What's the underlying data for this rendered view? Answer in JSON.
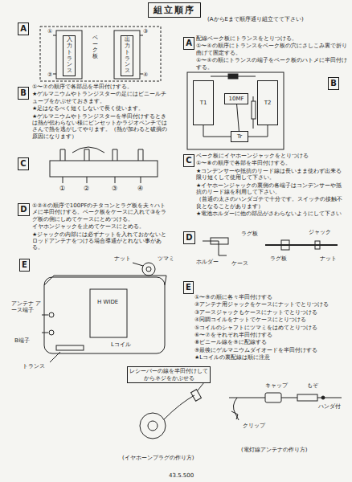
{
  "diagram": {
    "title": "組立順序",
    "nodes": [
      {
        "text": [
          "A"
        ]
      },
      {
        "text": [
          "入力トランス"
        ]
      },
      {
        "text": [
          "出力トランス"
        ]
      },
      {
        "text": [
          "A"
        ]
      },
      {
        "text": [
          "B"
        ]
      },
      {
        "text": [
          "B"
        ]
      },
      {
        "text": [
          "T1"
        ]
      },
      {
        "text": [
          "10MF"
        ]
      },
      {
        "text": [
          "T2"
        ]
      },
      {
        "text": [
          "Tr"
        ]
      },
      {
        "text": [
          "C"
        ]
      },
      {
        "text": [
          "C"
        ]
      },
      {
        "text": [
          "D"
        ]
      },
      {
        "text": [
          "D"
        ]
      },
      {
        "text": [
          "E"
        ]
      },
      {
        "text": [
          "E"
        ]
      },
      {
        "text": [
          "レシーバーの線を半田付けしてからネジをかぶせる"
        ]
      }
    ],
    "edges": [
      {
        "from": 6,
        "to": 9,
        "arrow": "none"
      },
      {
        "from": 8,
        "to": 9,
        "arrow": "none"
      },
      {
        "from": 7,
        "to": 9,
        "arrow": "none"
      }
    ],
    "labels": [
      "(AからEまで順序通り組立てて下さい)",
      "ベーク板",
      "①",
      "②",
      "③",
      "④",
      "配線ベーク板にトランスをとりつける。",
      "①〜④の順序にトランスをベーク板の穴にさしこみ裏で折り曲げて固定する。",
      "①〜④の順にトランスの端子をベーク板のハトメに半田付けする。",
      "①〜⑦の順序で各部品を半田付けする。",
      "★ゲルマニウムやトランジスターの足にはビニールチューブをかぶせておきます。",
      "★足はなるべく短くしないで長く使います。",
      "★ゲルマニウムやトランジスターを半田付けするときは熱が伝わらない様にピンセットかラジオペンチではさんで熱を逃がしてやります。（熱が加わると破損の原因になります）",
      "ベーク板にイヤホーンジャックをとりつける",
      "①〜⑧の順序で各部を半田付けする。",
      "★コンデンサーや抵抗のリード線は長いまま使わず出来る限り短くして使用して下さい。",
      "★イヤホーンジャックの裏側の各端子はコンデンサーや抵抗のリード線を利用して下さい。",
      "（普通の太さのハンダゴテで十分です。スイッチの接触不良となることがあります）",
      "★電池ホルダーに他の部品がさわらないようにして下さい",
      "①",
      "②",
      "③",
      "④",
      "①②④の順序で100PFのチタコンとラグ板を夫々ハトメに半田付けする。ベーク板をケースに入れて③をラグ板の側にしめてケースにとめつける。",
      "イヤホンジャックを止めてケースにとめる。",
      "★ジャックの内部には必ずナットを入れておかないとロッドアンテナをつける場合導通がとれない事がある。",
      "ラグ板",
      "ホルダー",
      "ケース",
      "ジャック",
      "ラグ板",
      "ナット",
      "①〜⑨の順に各々半田付けする",
      "②アンテナ用ジャックをケースにナットでとりつける",
      "③アースジャックもケースにナットでとりつける",
      "④同調コイルをナットでケースにとりつける",
      "⑤コイルのシャフトにツマミをはめてとりつける",
      "⑥〜⑦をそれぞれ半田付けする",
      "⑧ビニール線を⑨に配線する",
      "⑨最後にゲルマニウムダイオードを半田付けする",
      "★Lコイルの裏配線は順に注意",
      "ナット",
      "ツマミ",
      "アンテナ アース端子",
      "B端子",
      "H WIDE",
      "Lコイル",
      "トランス",
      "(イヤホーンプラグの作り方)",
      "キャップ",
      "もぞ",
      "ハンダ付",
      "クリップ",
      "(電灯線アンテナの作り方)",
      "43.5.500"
    ]
  }
}
